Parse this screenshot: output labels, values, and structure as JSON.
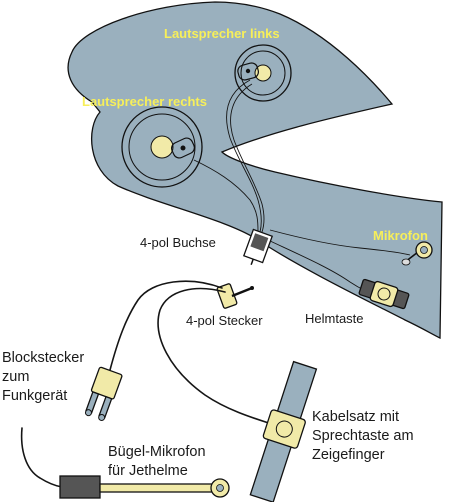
{
  "labels": {
    "speaker_left": "Lautsprecher links",
    "speaker_right": "Lautsprecher rechts",
    "microphone": "Mikrofon",
    "socket_4pol": "4-pol Buchse",
    "plug_4pol": "4-pol Stecker",
    "helmet_button": "Helmtaste",
    "block_plug": [
      "Blockstecker",
      "zum",
      "Funkgerät"
    ],
    "boom_mic": [
      "Bügel-Mikrofon",
      "für Jethelme"
    ],
    "cable_set": [
      "Kabelsatz mit",
      "Sprechtaste am",
      "Zeigefinger"
    ]
  },
  "colors": {
    "helmet_fill": "#9ab0be",
    "label_yellow": "#f7ef5a",
    "speaker_center": "#f1eaa8",
    "dark_part": "#555555"
  }
}
